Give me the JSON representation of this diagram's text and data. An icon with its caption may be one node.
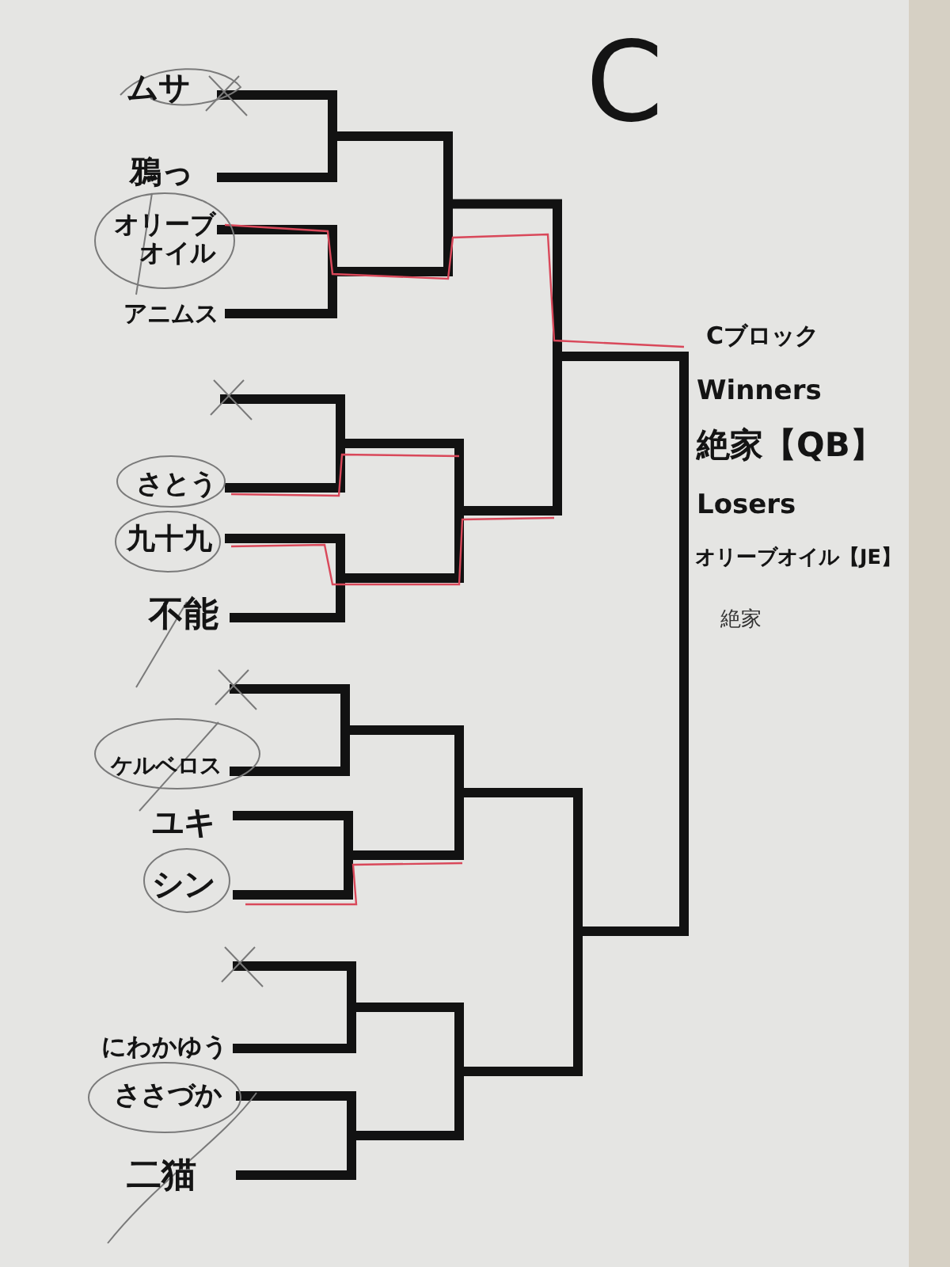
{
  "diagram": {
    "title": "C",
    "labels": [
      "ムサ",
      "鴉っ",
      "オリーブオイル",
      "アニムス",
      "さとう",
      "九十九",
      "不能",
      "ケルベロス",
      "ユキ",
      "シン",
      "にわかゆう",
      "ささづか",
      "二猫",
      "Cブロック",
      "Winners",
      "絶家【QB】",
      "Losers",
      "オリーブオイル【JE】",
      "絶家"
    ]
  }
}
